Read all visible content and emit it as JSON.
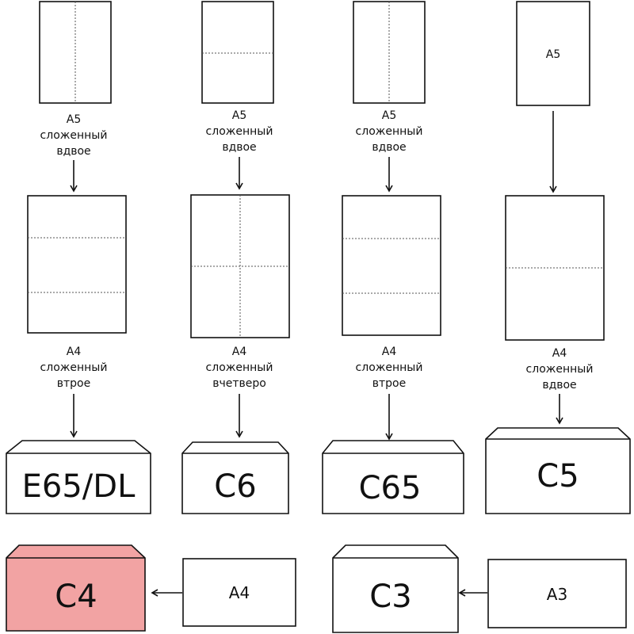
{
  "columns": [
    {
      "top_sheet": "",
      "top_caption": [
        "A5",
        "сложенный",
        "вдвое"
      ],
      "mid_caption": [
        "A4",
        "сложенный",
        "втрое"
      ],
      "envelope": "E65/DL"
    },
    {
      "top_sheet": "",
      "top_caption": [
        "A5",
        "сложенный",
        "вдвое"
      ],
      "mid_caption": [
        "A4",
        "сложенный",
        "вчетверо"
      ],
      "envelope": "C6"
    },
    {
      "top_sheet": "",
      "top_caption": [
        "A5",
        "сложенный",
        "вдвое"
      ],
      "mid_caption": [
        "A4",
        "сложенный",
        "втрое"
      ],
      "envelope": "C65"
    },
    {
      "top_sheet": "A5",
      "top_caption": [],
      "mid_caption": [
        "A4",
        "сложенный",
        "вдвое"
      ],
      "envelope": "C5"
    }
  ],
  "bottom_row": [
    {
      "sheet": "A4",
      "envelope": "C4",
      "envelope_color": "#f2a3a3"
    },
    {
      "sheet": "A3",
      "envelope": "C3",
      "envelope_color": "#ffffff"
    }
  ]
}
